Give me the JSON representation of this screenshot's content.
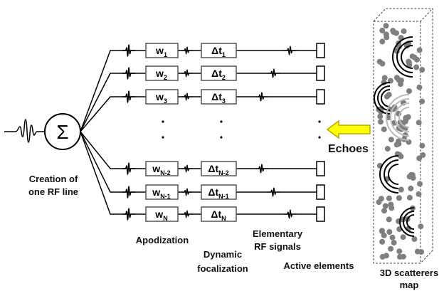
{
  "diagram": {
    "sum_symbol": "Σ",
    "labels": {
      "creation_line1": "Creation of",
      "creation_line2": "one RF line",
      "apodization": "Apodization",
      "dynamic_line1": "Dynamic",
      "dynamic_line2": "focalization",
      "elementary_line1": "Elementary",
      "elementary_line2": "RF signals",
      "active_elements": "Active elements",
      "echoes": "Echoes",
      "scatterers_line1": "3D scatterers",
      "scatterers_line2": "map"
    },
    "channels": [
      {
        "w": "w",
        "w_sub": "1",
        "dt": "Δt",
        "dt_sub": "1"
      },
      {
        "w": "w",
        "w_sub": "2",
        "dt": "Δt",
        "dt_sub": "2"
      },
      {
        "w": "w",
        "w_sub": "3",
        "dt": "Δt",
        "dt_sub": "3"
      },
      {
        "w": "w",
        "w_sub": "N-2",
        "dt": "Δt",
        "dt_sub": "N-2"
      },
      {
        "w": "w",
        "w_sub": "N-1",
        "dt": "Δt",
        "dt_sub": "N-1"
      },
      {
        "w": "w",
        "w_sub": "N",
        "dt": "Δt",
        "dt_sub": "N"
      }
    ],
    "colors": {
      "line": "#000000",
      "arrow_fill": "#ffff00",
      "arrow_stroke": "#b8a800",
      "scatterer": "#7f7f7f",
      "box_border": "#555555"
    }
  }
}
